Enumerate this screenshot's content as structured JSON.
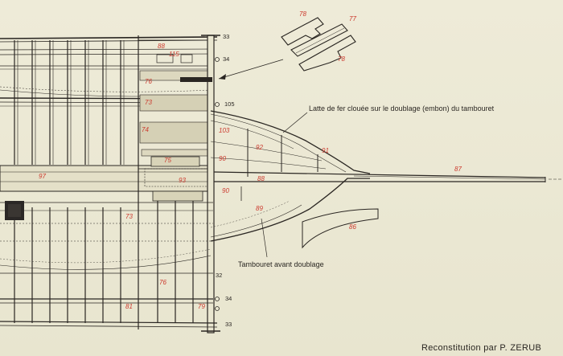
{
  "diagram": {
    "annotations": {
      "iron_lath": "Latte de fer clouée sur le doublage (embon) du tambouret",
      "tambouret": "Tambouret avant doublage"
    },
    "credit": "Reconstitution par P. ZERUB",
    "part_numbers": {
      "n78": "78",
      "n77": "77",
      "n78b": "78",
      "n88top": "88",
      "n115": "115",
      "n76a": "76",
      "n73": "73",
      "n74": "74",
      "n75": "75",
      "n103": "103",
      "n93": "93",
      "n92": "92",
      "n91": "91",
      "n87": "87",
      "n90a": "90",
      "n88": "88",
      "n90b": "90",
      "n97": "97",
      "n89": "89",
      "n86": "86",
      "n76b": "76",
      "n73b": "73",
      "n79": "79",
      "n81": "81"
    },
    "frame_refs": {
      "r33top": "33",
      "r34top": "34",
      "r105": "105",
      "r32": "32",
      "r34bot": "34",
      "r33bot": "33"
    }
  }
}
